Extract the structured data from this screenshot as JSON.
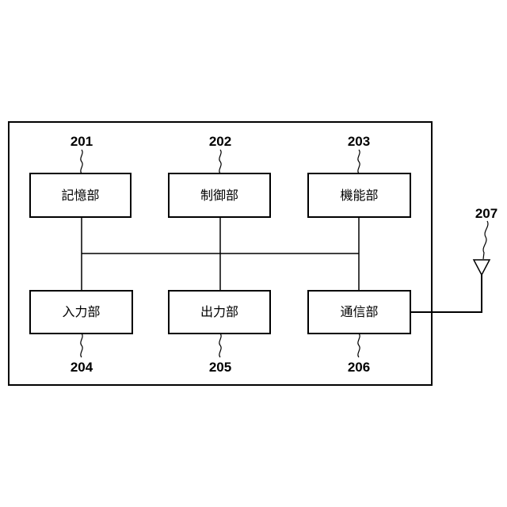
{
  "blocks": {
    "storage": {
      "ref": "201",
      "label": "記憶部"
    },
    "control": {
      "ref": "202",
      "label": "制御部"
    },
    "function": {
      "ref": "203",
      "label": "機能部"
    },
    "input": {
      "ref": "204",
      "label": "入力部"
    },
    "output": {
      "ref": "205",
      "label": "出力部"
    },
    "communication": {
      "ref": "206",
      "label": "通信部"
    }
  },
  "antenna": {
    "ref": "207"
  }
}
